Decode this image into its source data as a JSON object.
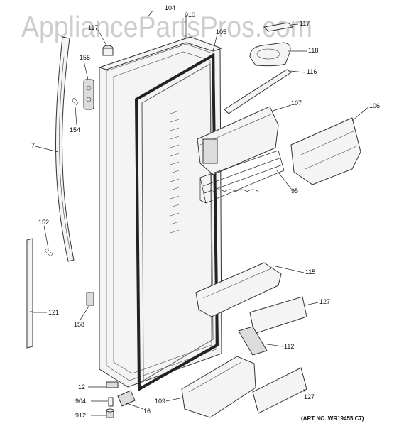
{
  "watermark": "AppliancePartsPros.com",
  "art_number": "(ART NO. WR19455 C7)",
  "callouts": [
    {
      "id": "c104",
      "text": "104"
    },
    {
      "id": "c910",
      "text": "910"
    },
    {
      "id": "c117a",
      "text": "117"
    },
    {
      "id": "c105",
      "text": "105"
    },
    {
      "id": "c117b",
      "text": "117"
    },
    {
      "id": "c118",
      "text": "118"
    },
    {
      "id": "c155",
      "text": "155"
    },
    {
      "id": "c116",
      "text": "116"
    },
    {
      "id": "c107",
      "text": "107"
    },
    {
      "id": "c106",
      "text": "106"
    },
    {
      "id": "c154",
      "text": "154"
    },
    {
      "id": "c7",
      "text": "7"
    },
    {
      "id": "c95",
      "text": "95"
    },
    {
      "id": "c152",
      "text": "152"
    },
    {
      "id": "c115",
      "text": "115"
    },
    {
      "id": "c127a",
      "text": "127"
    },
    {
      "id": "c121",
      "text": "121"
    },
    {
      "id": "c158",
      "text": "158"
    },
    {
      "id": "c112",
      "text": "112"
    },
    {
      "id": "c12",
      "text": "12"
    },
    {
      "id": "c904",
      "text": "904"
    },
    {
      "id": "c109",
      "text": "109"
    },
    {
      "id": "c16",
      "text": "16"
    },
    {
      "id": "c127b",
      "text": "127"
    },
    {
      "id": "c912",
      "text": "912"
    }
  ]
}
